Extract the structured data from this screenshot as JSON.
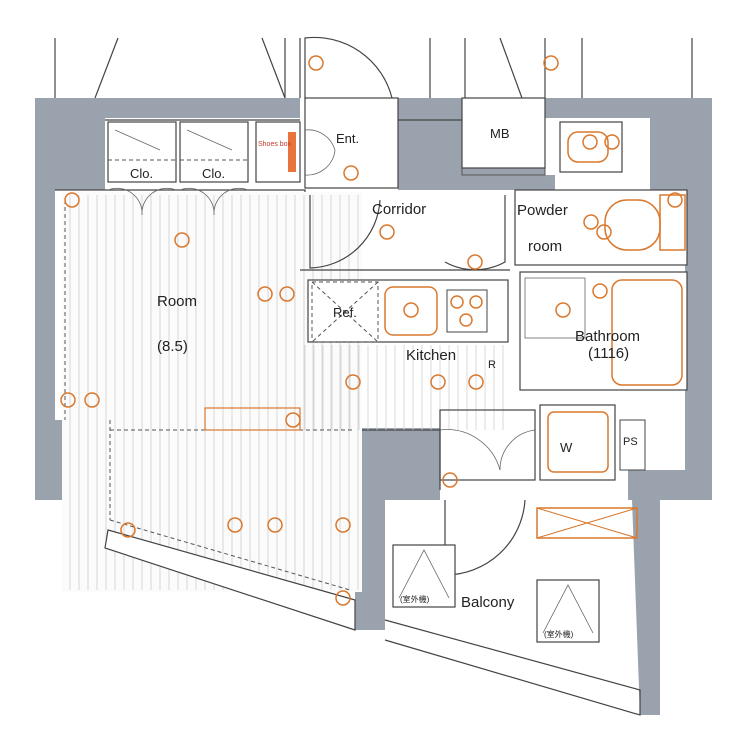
{
  "rooms": {
    "entrance": "Ent.",
    "mb": "MB",
    "closet_1": "Clo.",
    "closet_2": "Clo.",
    "shoe_box": "Shoes box",
    "corridor": "Corridor",
    "powder_line1": "Powder",
    "powder_line2": "room",
    "room_name": "Room",
    "room_size": "(8.5)",
    "kitchen": "Kitchen",
    "refrigerator": "Ref.",
    "bathroom_name": "Bathroom",
    "bathroom_size": "(1116)",
    "washer": "W",
    "ps": "PS",
    "balcony": "Balcony",
    "r_mark": "R"
  },
  "outdoor_units": {
    "unit_1": "(室外機)",
    "unit_2": "(室外機)"
  },
  "colors": {
    "wall": "#9aa3ad",
    "fixture": "#d9782d",
    "line": "#444444"
  }
}
